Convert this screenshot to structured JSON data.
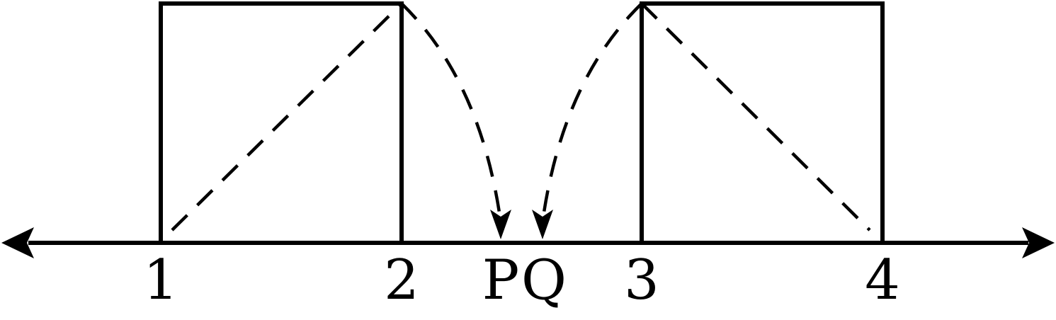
{
  "colors": {
    "stroke": "#000000",
    "background": "#ffffff"
  },
  "number_line": {
    "labels": {
      "one": "1",
      "two": "2",
      "p": "P",
      "q": "Q",
      "three": "3",
      "four": "4"
    }
  }
}
